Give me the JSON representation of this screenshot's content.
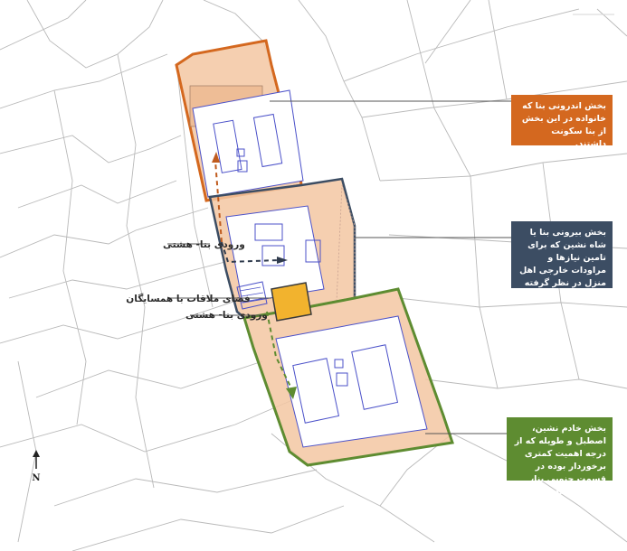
{
  "legend": {
    "interior": {
      "text": "بخش اندرونی بنا که خانواده در این بخش از بنا سکونت داشتند.",
      "color": "#d4681f"
    },
    "exterior": {
      "text": "بخش بیرونی بنا یا شاه نشین که برای تامین نیازها و مراودات خارجی اهل منزل در نظر گرفته شده بود.",
      "color": "#3c4d63"
    },
    "service": {
      "text": "بخش خادم نشین، اصطبل و طویله که از درجه اهمیت کمتری برخوردار بوده در قسمت جنوبی بنا، جاگذاری شده است.",
      "color": "#5e8c31"
    }
  },
  "labels": {
    "entrance_1": "ورودی بنا- هشتی",
    "neighbors_space": "فضای ملاقات با همسایگان",
    "entrance_2": "ورودی بنا- هشتی"
  },
  "north": {
    "letter": "N"
  },
  "colors": {
    "fill_orange": "#f3c7a2",
    "neighbors_fill": "#f2b32e",
    "street_line": "#b5b5b5"
  }
}
